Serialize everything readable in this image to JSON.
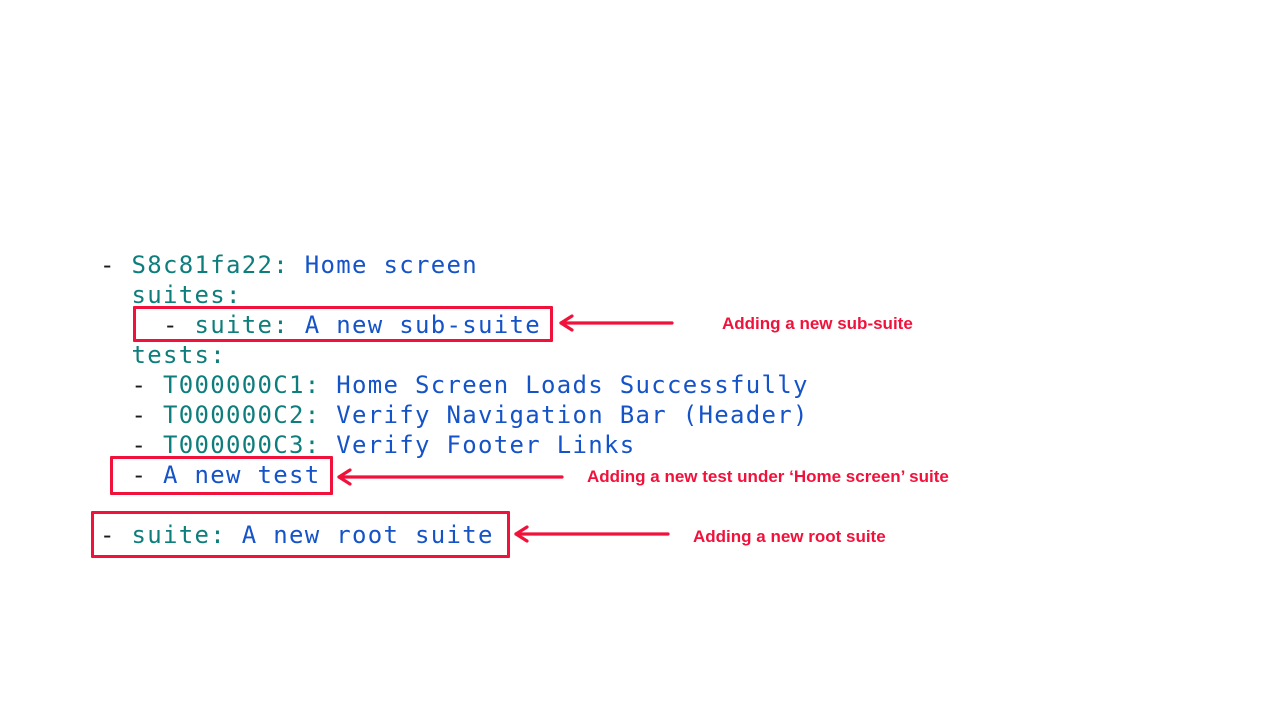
{
  "colors": {
    "background": "#ffffff",
    "red": "#f1123c",
    "key_teal": "#0e7e7c",
    "value_blue": "#1453c8",
    "dash_black": "#1b1b1b"
  },
  "code": {
    "language": "yaml",
    "lines": [
      {
        "segments": [
          {
            "t": "- ",
            "r": "dash"
          },
          {
            "t": "S8c81fa22:",
            "r": "key"
          },
          {
            "t": " Home screen",
            "r": "value"
          }
        ]
      },
      {
        "segments": [
          {
            "t": "  ",
            "r": "dash"
          },
          {
            "t": "suites:",
            "r": "key"
          }
        ]
      },
      {
        "segments": [
          {
            "t": "    - ",
            "r": "dash"
          },
          {
            "t": "suite:",
            "r": "key"
          },
          {
            "t": " A new sub-suite",
            "r": "value"
          }
        ]
      },
      {
        "segments": [
          {
            "t": "  ",
            "r": "dash"
          },
          {
            "t": "tests:",
            "r": "key"
          }
        ]
      },
      {
        "segments": [
          {
            "t": "  - ",
            "r": "dash"
          },
          {
            "t": "T000000C1:",
            "r": "key"
          },
          {
            "t": " Home Screen Loads Successfully",
            "r": "value"
          }
        ]
      },
      {
        "segments": [
          {
            "t": "  - ",
            "r": "dash"
          },
          {
            "t": "T000000C2:",
            "r": "key"
          },
          {
            "t": " Verify Navigation Bar (Header)",
            "r": "value"
          }
        ]
      },
      {
        "segments": [
          {
            "t": "  - ",
            "r": "dash"
          },
          {
            "t": "T000000C3:",
            "r": "key"
          },
          {
            "t": " Verify Footer Links",
            "r": "value"
          }
        ]
      },
      {
        "segments": [
          {
            "t": "  - ",
            "r": "dash"
          },
          {
            "t": "A new test",
            "r": "value"
          }
        ]
      },
      {
        "segments": [
          {
            "t": "",
            "r": "dash"
          }
        ]
      },
      {
        "segments": [
          {
            "t": "- ",
            "r": "dash"
          },
          {
            "t": "suite:",
            "r": "key"
          },
          {
            "t": " A new root suite",
            "r": "value"
          }
        ]
      }
    ]
  },
  "annotations": [
    {
      "id": "sub-suite",
      "label": "Adding a new sub-suite"
    },
    {
      "id": "new-test",
      "label": "Adding a new test under ‘Home screen’ suite"
    },
    {
      "id": "root-suite",
      "label": "Adding a new root suite"
    }
  ]
}
